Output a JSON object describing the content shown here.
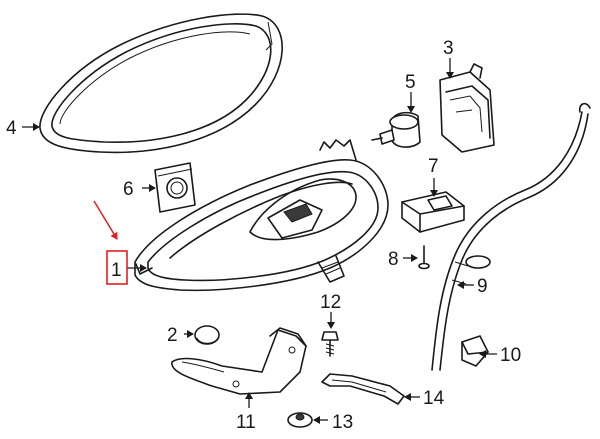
{
  "callouts": {
    "c1": "1",
    "c2": "2",
    "c3": "3",
    "c4": "4",
    "c5": "5",
    "c6": "6",
    "c7": "7",
    "c8": "8",
    "c9": "9",
    "c10": "10",
    "c11": "11",
    "c12": "12",
    "c13": "13",
    "c14": "14"
  },
  "colors": {
    "highlight": "#e02020",
    "line": "#1a1a1a"
  }
}
